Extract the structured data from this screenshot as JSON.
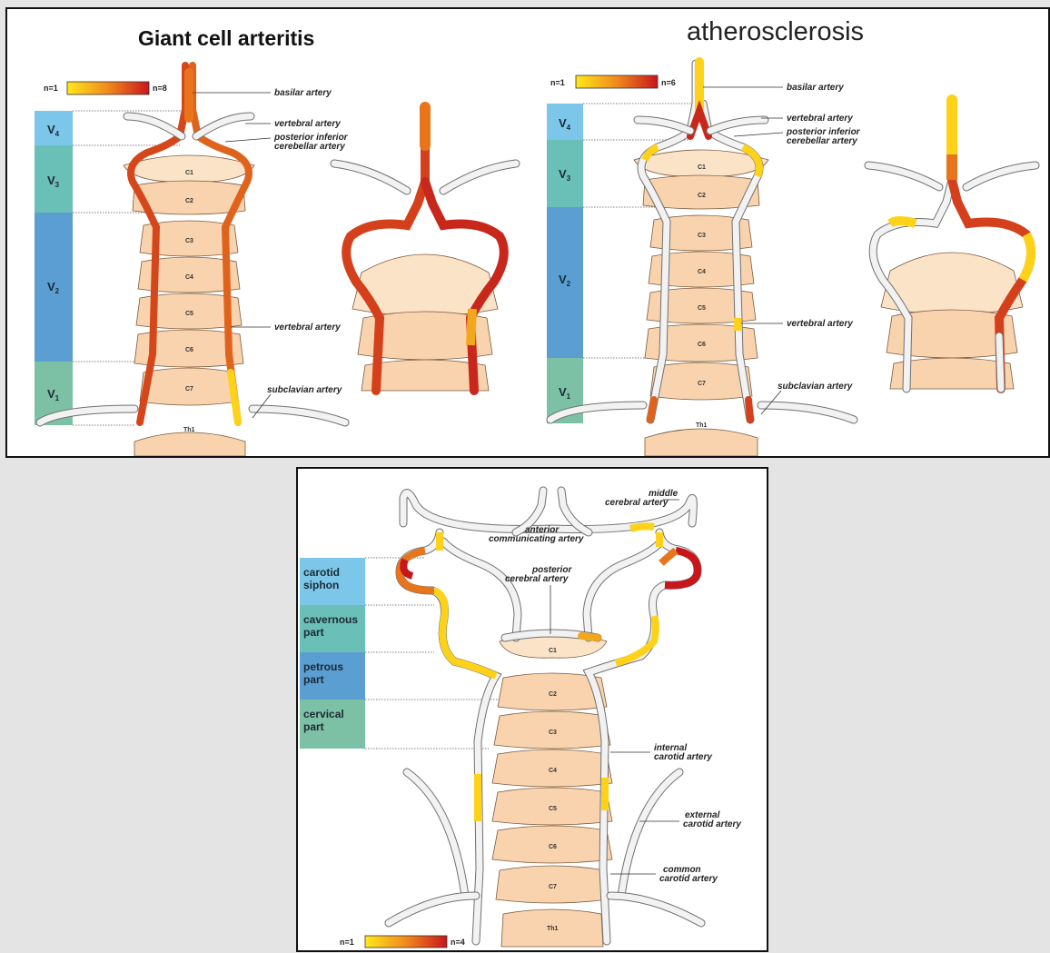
{
  "top_panel": {
    "left_title": "Giant cell arteritis",
    "right_title": "atherosclerosis",
    "left_legend": {
      "min_label": "n=1",
      "max_label": "n=8"
    },
    "right_legend": {
      "min_label": "n=1",
      "max_label": "n=6"
    },
    "segments": [
      {
        "label": "V",
        "sub": "4",
        "color": "#7cc6ea"
      },
      {
        "label": "V",
        "sub": "3",
        "color": "#6abfb6"
      },
      {
        "label": "V",
        "sub": "2",
        "color": "#5a9ed2"
      },
      {
        "label": "V",
        "sub": "1",
        "color": "#7cc1a6"
      }
    ],
    "labels": {
      "basilar": "basilar artery",
      "vertebral": "vertebral artery",
      "pica_1": "posterior inferior",
      "pica_2": "cerebellar artery",
      "vertebral_2": "vertebral artery",
      "subclavian": "subclavian artery"
    },
    "vertebrae": [
      "C1",
      "C2",
      "C3",
      "C4",
      "C5",
      "C6",
      "C7",
      "Th1"
    ]
  },
  "bottom_panel": {
    "legend": {
      "min_label": "n=1",
      "max_label": "n=4"
    },
    "segments": [
      {
        "line1": "carotid",
        "line2": "siphon",
        "color": "#7cc6ea"
      },
      {
        "line1": "cavernous",
        "line2": "part",
        "color": "#6abfb6"
      },
      {
        "line1": "petrous",
        "line2": "part",
        "color": "#5a9ed2"
      },
      {
        "line1": "cervical",
        "line2": "part",
        "color": "#7cc1a6"
      }
    ],
    "labels": {
      "mca_1": "middle",
      "mca_2": "cerebral artery",
      "acom_1": "anterior",
      "acom_2": "communicating artery",
      "pca_1": "posterior",
      "pca_2": "cerebral artery",
      "ica_1": "internal",
      "ica_2": "carotid artery",
      "eca_1": "external",
      "eca_2": "carotid artery",
      "cca_1": "common",
      "cca_2": "carotid artery"
    }
  },
  "colors": {
    "heat_low": "#ffe81a",
    "heat_mid": "#f08a1c",
    "heat_high": "#c8161d",
    "artery_unaffected": "#f2f2f2",
    "bone": "#f8d3ae"
  }
}
